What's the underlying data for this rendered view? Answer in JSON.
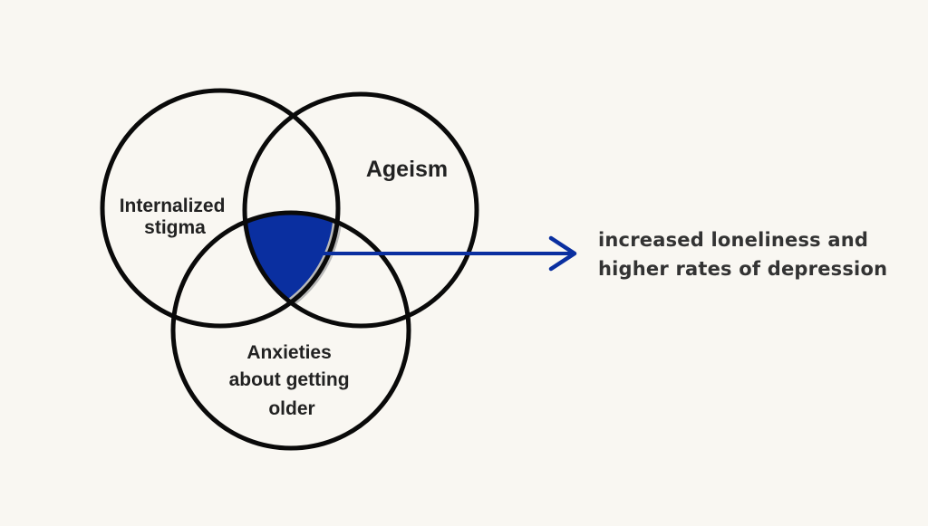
{
  "diagram": {
    "sets": [
      {
        "id": "internalized-stigma",
        "lines": [
          "Internalized",
          "stigma"
        ]
      },
      {
        "id": "ageism",
        "lines": [
          "Ageism"
        ]
      },
      {
        "id": "anxieties",
        "lines": [
          "Anxieties",
          "about getting",
          "older"
        ]
      }
    ],
    "outcome": {
      "lines": [
        "increased loneliness and",
        "higher rates of depression"
      ]
    },
    "colors": {
      "background": "#f9f7f2",
      "circle_stroke": "#0a0a0a",
      "intersection_fill": "#0a2fa0",
      "intersection_outline": "#b9b9b9",
      "arrow": "#0a2fa0",
      "text": "#222222"
    }
  }
}
